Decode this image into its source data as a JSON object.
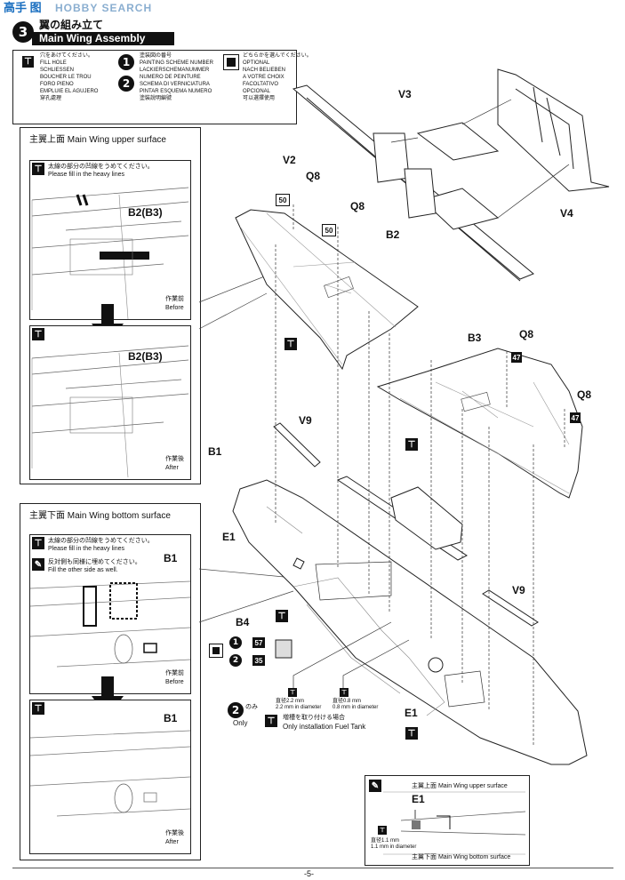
{
  "watermark": {
    "logo": "高手 图",
    "site": "HOBBY SEARCH"
  },
  "header": {
    "step_number": "3",
    "title_jp": "翼の組み立て",
    "title_en": "Main Wing Assembly"
  },
  "legend": {
    "hole": [
      "穴をあけてください。",
      "FILL HOLE",
      "SCHLIESSEN",
      "BOUCHER LE TROU",
      "FORO PIENO",
      "EMPLUIE EL AGUJERO",
      "穿孔處理"
    ],
    "paint": [
      "塗装図の番号",
      "PAINTING SCHEME NUMBER",
      "LACKIERSCHEMANUMMER",
      "NUMERO DE PEINTURE",
      "SCHEMA DI VERNICIATURA",
      "PINTAR ESQUEMA NUMERO",
      "塗裝說明編號"
    ],
    "paint_numbers": [
      "1",
      "2"
    ],
    "optional": [
      "どちらかを選んでください。",
      "OPTIONAL",
      "NACH BELIEBEN",
      "A VOTRE CHOIX",
      "FACOLTATIVO",
      "OPCIONAL",
      "可以選擇使用"
    ]
  },
  "upper_panel": {
    "title": "主翼上面  Main Wing upper surface",
    "instr_jp": "太線の部分の凹線をうめてください。",
    "instr_en": "Please fill in the  heavy lines",
    "part": "B2(B3)",
    "before_jp": "作業前",
    "before_en": "Before",
    "after_jp": "作業後",
    "after_en": "After"
  },
  "lower_panel": {
    "title": "主翼下面  Main Wing bottom surface",
    "instr_jp": "太線の部分の凹線をうめてください。",
    "instr_en": "Please fill in the  heavy lines",
    "instr2_jp": "反対側も同様に埋めてください。",
    "instr2_en": "Fill the other side as well.",
    "part": "B1",
    "before_jp": "作業前",
    "before_en": "Before",
    "after_jp": "作業後",
    "after_en": "After"
  },
  "parts": {
    "v2": "V2",
    "v3": "V3",
    "v4": "V4",
    "v9": "V9",
    "v9b": "V9",
    "q8a": "Q8",
    "q8b": "Q8",
    "q8c": "Q8",
    "q8d": "Q8",
    "b1": "B1",
    "b2": "B2",
    "b3": "B3",
    "b4": "B4",
    "e1a": "E1",
    "e1b": "E1"
  },
  "decals": {
    "d50a": "50",
    "d50b": "50",
    "d47a": "47",
    "d47b": "47",
    "s1": "57",
    "s2": "35"
  },
  "paint_refs": {
    "p1": "1",
    "p2": "2"
  },
  "fuel_tank": {
    "only_num": "2",
    "only_jp": "のみ",
    "only_en": "Only",
    "dia1_jp": "直径2.2 mm",
    "dia1_en": "2.2 mm in diameter",
    "dia2_jp": "直径0.8 mm",
    "dia2_en": "0.8 mm in diameter",
    "note_jp": "増槽を取り付ける場合",
    "note_en": "Only installation Fuel Tank"
  },
  "detail_box": {
    "upper_jp": "主翼上面",
    "upper_en": "Main Wing upper surface",
    "part": "E1",
    "dia_jp": "直径1.1 mm",
    "dia_en": "1.1 mm in diameter",
    "lower_jp": "主翼下面",
    "lower_en": "Main Wing bottom surface"
  },
  "footer": {
    "page": "-5-"
  }
}
